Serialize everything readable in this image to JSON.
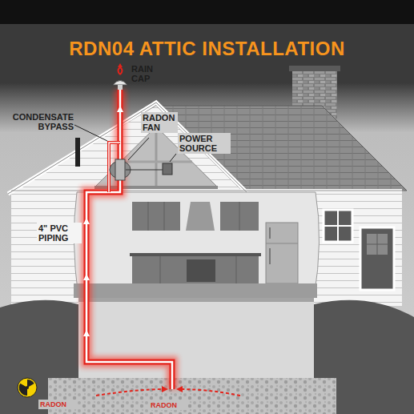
{
  "diagram": {
    "title": "RDN04 ATTIC INSTALLATION",
    "labels": [
      "RAIN CAP",
      "RADON FAN",
      "CONDENSATE BYPASS",
      "POWER SOURCE",
      "4\" PVC PIPING",
      "RADON",
      "RADON"
    ]
  }
}
